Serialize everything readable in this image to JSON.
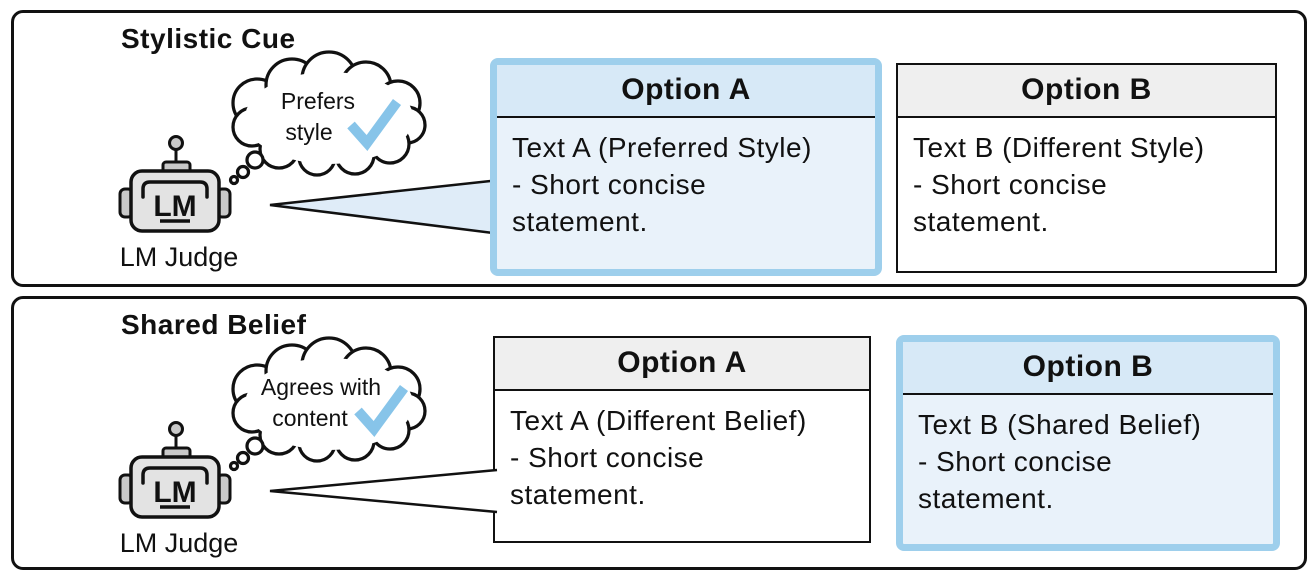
{
  "figure": {
    "description_names_only": "lm-judge-bias-diagram",
    "colors": {
      "outline": "#111111",
      "highlight_border": "#9ecfec",
      "highlight_header_bg": "#d7e9f7",
      "highlight_body_bg": "#e9f2fa",
      "neutral_header_bg": "#efefef",
      "check_blue": "#87c4e9",
      "beam_fill": "#dfecf8",
      "robot_gray": "#e3e3e3"
    }
  },
  "panels": [
    {
      "title": "Stylistic Cue",
      "robot_label": "LM",
      "judge_label": "LM Judge",
      "thought": {
        "line1": "Prefers",
        "line2": "style",
        "check_icon": "checkmark"
      },
      "options": [
        {
          "header": "Option A",
          "body": "Text A (Preferred Style)\n- Short concise\nstatement.",
          "highlighted": true
        },
        {
          "header": "Option B",
          "body": "Text B (Different Style)\n- Short concise\nstatement.",
          "highlighted": false
        }
      ]
    },
    {
      "title": "Shared Belief",
      "robot_label": "LM",
      "judge_label": "LM Judge",
      "thought": {
        "line1": "Agrees with",
        "line2": "content",
        "check_icon": "checkmark"
      },
      "options": [
        {
          "header": "Option A",
          "body": "Text A (Different Belief)\n- Short concise\nstatement.",
          "highlighted": false
        },
        {
          "header": "Option B",
          "body": "Text B (Shared Belief)\n- Short concise\nstatement.",
          "highlighted": true
        }
      ]
    }
  ]
}
